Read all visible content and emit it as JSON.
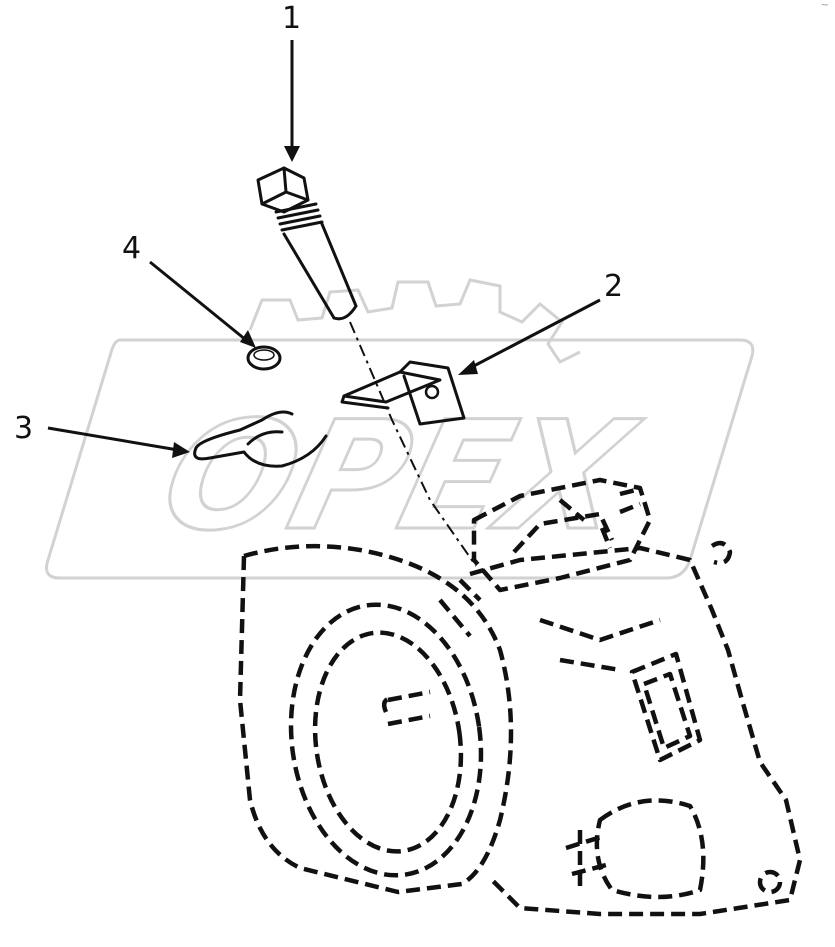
{
  "callouts": {
    "c1": "1",
    "c2": "2",
    "c3": "3",
    "c4": "4"
  },
  "watermark": {
    "text": "OPEX"
  },
  "corner_mark": "~",
  "colors": {
    "ink": "#111111",
    "watermark": "#d2d2d2",
    "background": "#ffffff"
  }
}
